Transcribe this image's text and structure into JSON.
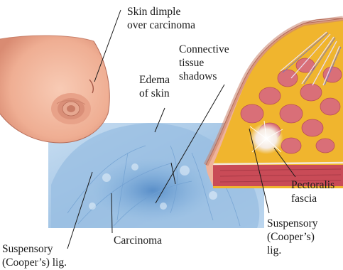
{
  "labels": {
    "skin_dimple": "Skin dimple\nover carcinoma",
    "connective": "Connective\ntissue\nshadows",
    "edema": "Edema\nof skin",
    "pectoralis": "Pectoralis\nfascia",
    "suspensory_right": "Suspensory\n(Cooper’s)\nlig.",
    "carcinoma": "Carcinoma",
    "suspensory_left": "Suspensory\n(Cooper’s) lig."
  },
  "colors": {
    "skin": "#f2b59c",
    "skin_shadow": "#d98b72",
    "mammogram": "#a9c9e6",
    "fat": "#f0b52e",
    "gland": "#d96f78",
    "line": "#1a1a1a"
  }
}
